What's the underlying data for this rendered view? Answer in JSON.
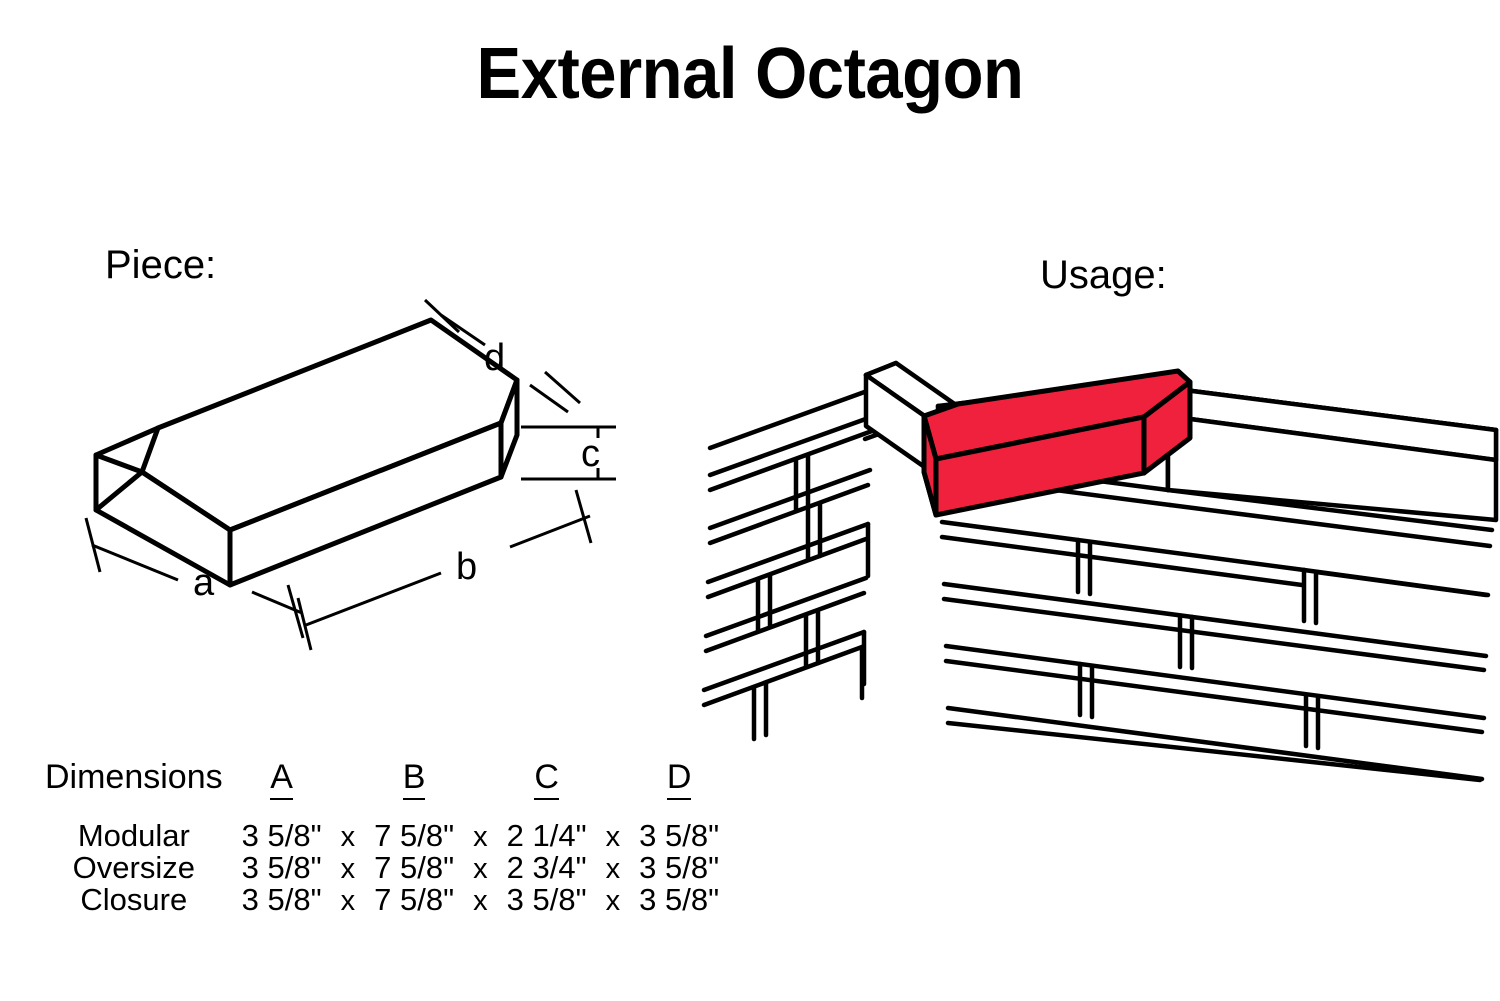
{
  "title": "External Octagon",
  "sections": {
    "piece_label": "Piece:",
    "usage_label": "Usage:"
  },
  "piece_diagram": {
    "dimension_marks": {
      "a": "a",
      "b": "b",
      "c": "c",
      "d": "d"
    }
  },
  "usage_diagram": {
    "highlight_color": "#F0213C",
    "outline_color": "#000000",
    "description": "Isometric brick wall external corner with highlighted octagon corner brick"
  },
  "dimensions": {
    "heading": "Dimensions",
    "columns": [
      "A",
      "B",
      "C",
      "D"
    ],
    "separator": "x",
    "rows": [
      {
        "name": "Modular",
        "a": "3 5/8\"",
        "b": "7 5/8\"",
        "c": "2 1/4\"",
        "d": "3 5/8\""
      },
      {
        "name": "Oversize",
        "a": "3 5/8\"",
        "b": "7 5/8\"",
        "c": "2 3/4\"",
        "d": "3 5/8\""
      },
      {
        "name": "Closure",
        "a": "3 5/8\"",
        "b": "7 5/8\"",
        "c": "3 5/8\"",
        "d": "3 5/8\""
      }
    ]
  }
}
